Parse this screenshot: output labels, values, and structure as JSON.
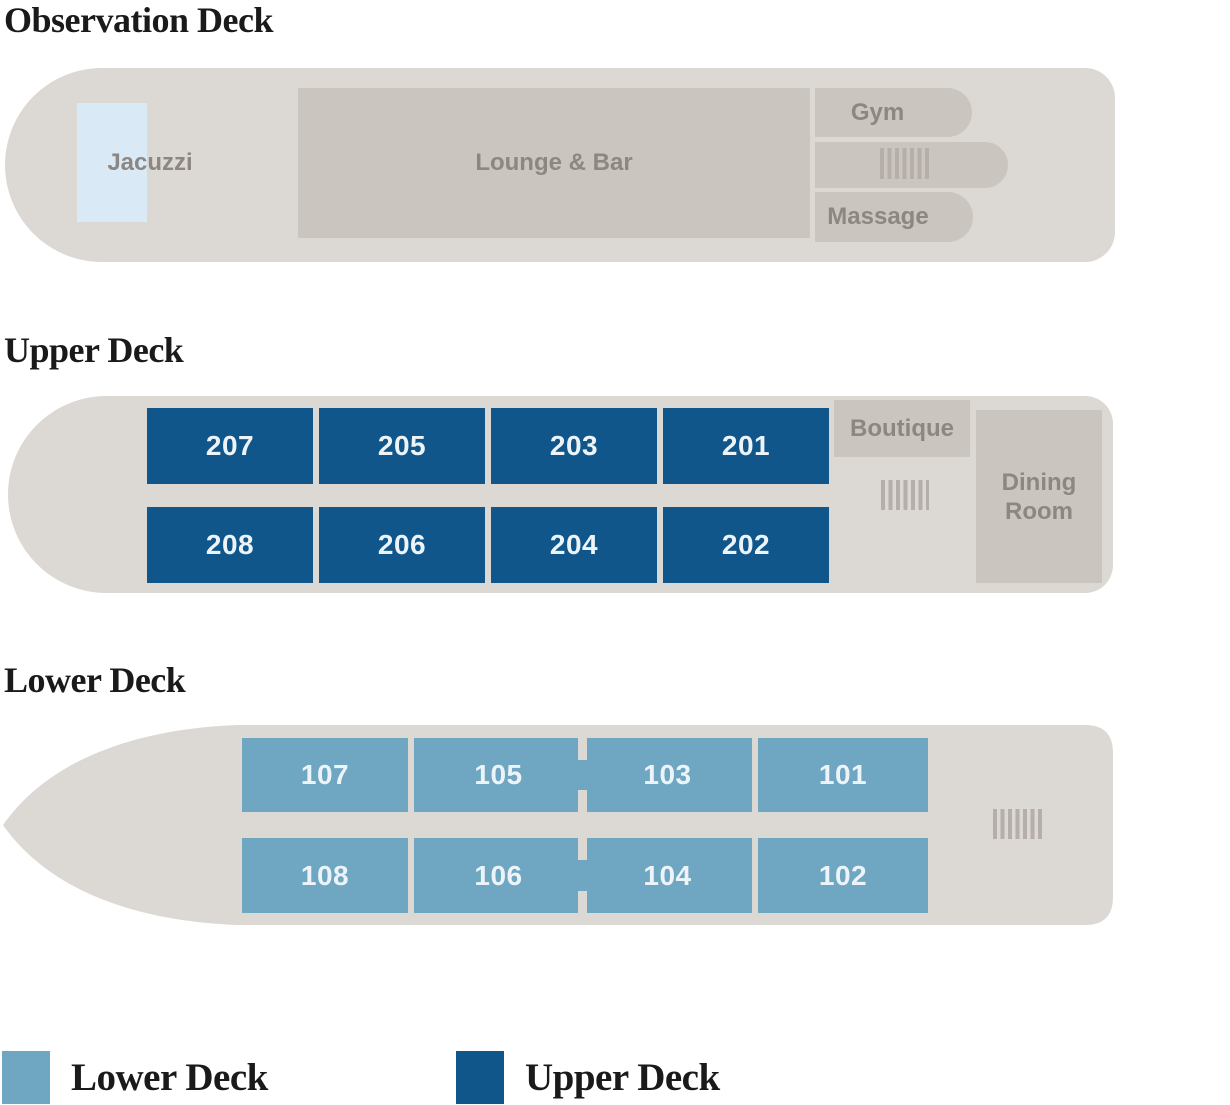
{
  "colors": {
    "hull": "#dcd8d4",
    "facility_room": "#cbc5c0",
    "facility_label": "#8d8681",
    "stairs_bars": "#b5aeaa",
    "upper_deck_cabin": "#10568a",
    "lower_deck_cabin": "#6fa6c2",
    "cabin_number_text": "#edf4f9",
    "jacuzzi_pool": "#d9eaf6",
    "title_text": "#1a1a1a"
  },
  "icons": {
    "stairs": "stairs-icon (seven vertical bars)"
  },
  "decks": {
    "observation": {
      "title": "Observation Deck",
      "rooms": {
        "jacuzzi": "Jacuzzi",
        "lounge_bar": "Lounge & Bar",
        "gym": "Gym",
        "massage": "Massage"
      }
    },
    "upper": {
      "title": "Upper Deck",
      "rooms": {
        "boutique": "Boutique",
        "dining_room": "Dining Room"
      },
      "cabins": [
        {
          "number": "207"
        },
        {
          "number": "205"
        },
        {
          "number": "203"
        },
        {
          "number": "201"
        },
        {
          "number": "208"
        },
        {
          "number": "206"
        },
        {
          "number": "204"
        },
        {
          "number": "202"
        }
      ]
    },
    "lower": {
      "title": "Lower Deck",
      "cabins": [
        {
          "number": "107"
        },
        {
          "number": "105"
        },
        {
          "number": "103"
        },
        {
          "number": "101"
        },
        {
          "number": "108"
        },
        {
          "number": "106"
        },
        {
          "number": "104"
        },
        {
          "number": "102"
        }
      ]
    }
  },
  "legend": [
    {
      "label": "Lower Deck",
      "color": "#6fa6c2"
    },
    {
      "label": "Upper Deck",
      "color": "#10568a"
    }
  ]
}
